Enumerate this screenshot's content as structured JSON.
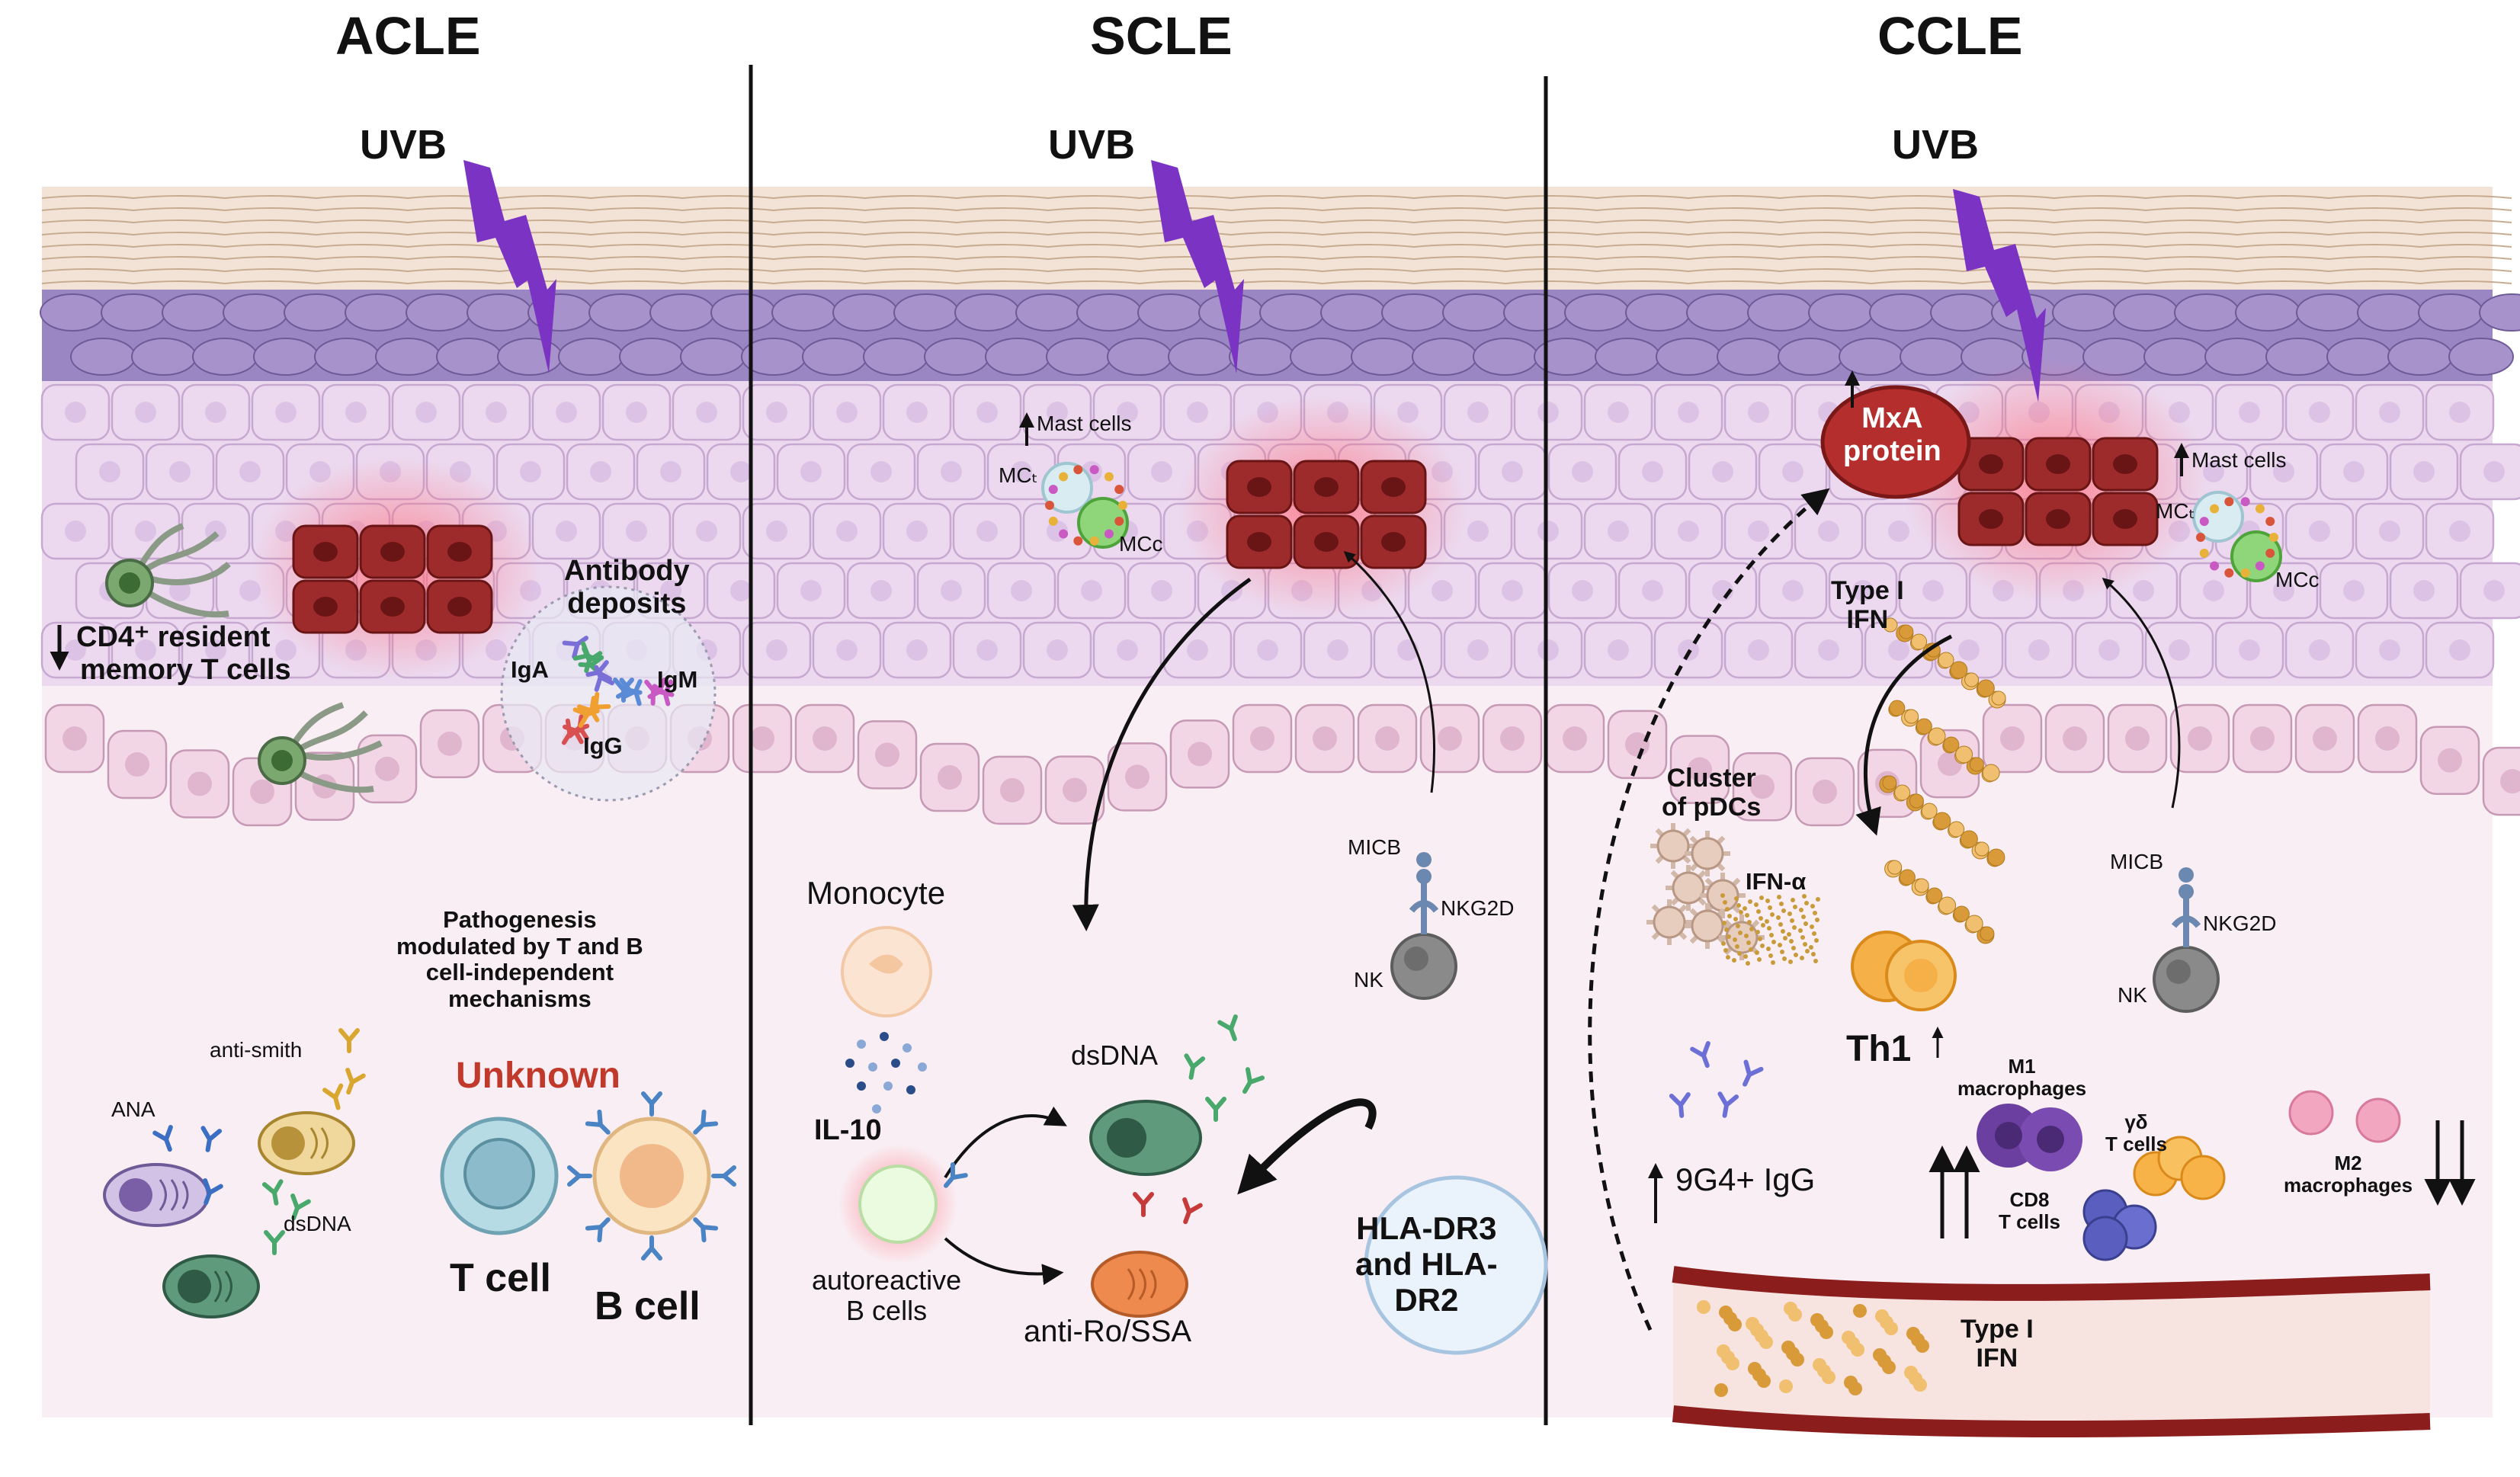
{
  "panels": [
    {
      "title": "ACLE",
      "uvb": "UVB"
    },
    {
      "title": "SCLE",
      "uvb": "UVB"
    },
    {
      "title": "CCLE",
      "uvb": "UVB"
    }
  ],
  "acle": {
    "cd4_line1": "CD4⁺ resident",
    "cd4_line2": "memory T cells",
    "deposits_line1": "Antibody",
    "deposits_line2": "deposits",
    "iga": "IgA",
    "igm": "IgM",
    "igg": "IgG",
    "pathogenesis": [
      "Pathogenesis",
      "modulated by T and B",
      "cell-independent",
      "mechanisms"
    ],
    "unknown": "Unknown",
    "anti_smith": "anti-smith",
    "ana": "ANA",
    "dsdna": "dsDNA",
    "tcell": "T cell",
    "bcell": "B cell"
  },
  "scle": {
    "mast_cells": "Mast cells",
    "mct": "MCₜ",
    "mcc": "MCᴄ",
    "monocyte": "Monocyte",
    "il10": "IL-10",
    "autoreactive_line1": "autoreactive",
    "autoreactive_line2": "B cells",
    "dsdna": "dsDNA",
    "anti_ro": "anti-Ro/SSA",
    "micb": "MICB",
    "nkg2d": "NKG2D",
    "nk": "NK",
    "hla": [
      "HLA-DR3",
      "and HLA-",
      "DR2"
    ]
  },
  "ccle": {
    "mxa_line1": "MxA",
    "mxa_line2": "protein",
    "mast_cells": "Mast cells",
    "mct": "MCₜ",
    "mcc": "MCᴄ",
    "type1_line1": "Type I",
    "type1_line2": "IFN",
    "cluster_line1": "Cluster",
    "cluster_line2": "of pDCs",
    "ifna": "IFN-α",
    "th1": "Th1",
    "micb": "MICB",
    "nkg2d": "NKG2D",
    "nk": "NK",
    "igg": "9G4+ IgG",
    "m1_line1": "M1",
    "m1_line2": "macrophages",
    "gd_line1": "γδ",
    "gd_line2": "T cells",
    "cd8_line1": "CD8",
    "cd8_line2": "T cells",
    "m2_line1": "M2",
    "m2_line2": "macrophages",
    "vessel_line1": "Type I",
    "vessel_line2": "IFN"
  },
  "colors": {
    "dermis": "#f9eef3",
    "epidermis_cell": "#ecd9ef",
    "basal": "#f2d6e6",
    "stratum_corneum": "#f3e3d6",
    "granular": "#9b86c4",
    "lightning": "#7b33c4",
    "keratinocyte_damaged": "#9e2b2b",
    "vessel": "#8c1d1d",
    "unknown_text": "#c0392b"
  }
}
